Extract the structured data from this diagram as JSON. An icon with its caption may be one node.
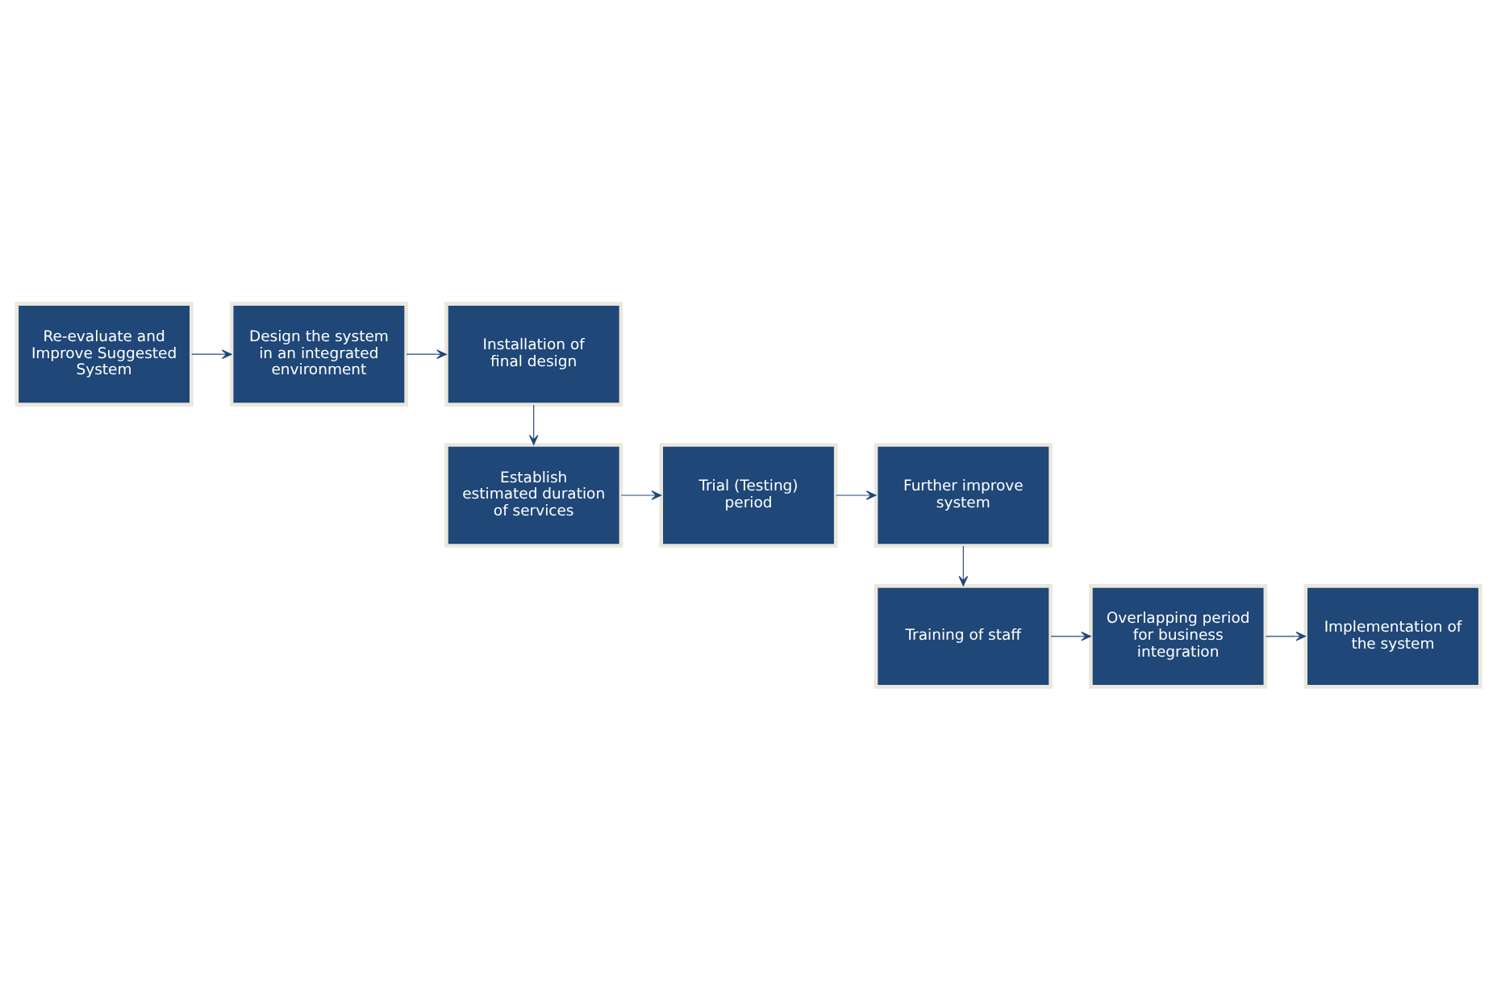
{
  "diagram": {
    "nodes": [
      {
        "text": [
          "Re-evaluate and Improve Suggested System"
        ]
      },
      {
        "text": [
          "Design the system in an integrated environment"
        ]
      },
      {
        "text": [
          "Installation of final design"
        ]
      },
      {
        "text": [
          "Establish estimated duration of services"
        ]
      },
      {
        "text": [
          "Trial (Testing) period"
        ]
      },
      {
        "text": [
          "Further improve system"
        ]
      },
      {
        "text": [
          "Training of staff"
        ]
      },
      {
        "text": [
          "Overlapping period for business integration"
        ]
      },
      {
        "text": [
          "Implementation of the system"
        ]
      }
    ],
    "edges": [
      {
        "from": 0,
        "to": 1,
        "arrow": "to"
      },
      {
        "from": 1,
        "to": 2,
        "arrow": "to"
      },
      {
        "from": 2,
        "to": 3,
        "arrow": "to"
      },
      {
        "from": 3,
        "to": 4,
        "arrow": "to"
      },
      {
        "from": 4,
        "to": 5,
        "arrow": "to"
      },
      {
        "from": 5,
        "to": 6,
        "arrow": "to"
      },
      {
        "from": 6,
        "to": 7,
        "arrow": "to"
      },
      {
        "from": 7,
        "to": 8,
        "arrow": "to"
      }
    ]
  }
}
